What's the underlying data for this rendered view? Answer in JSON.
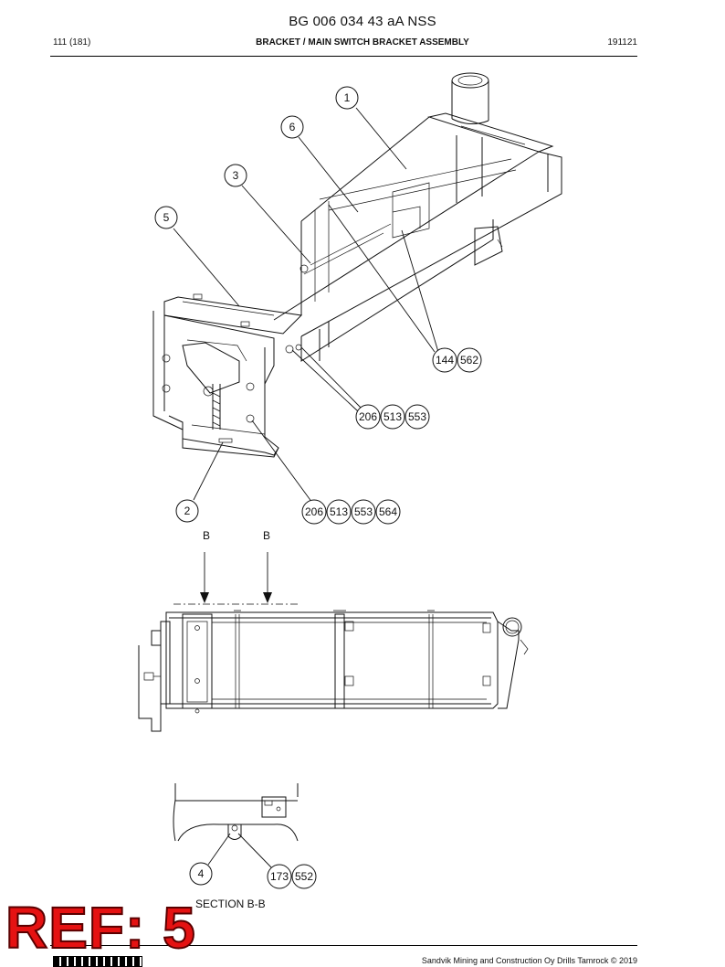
{
  "header": {
    "doc_number": "BG 006 034 43 aA NSS",
    "page": "111 (181)",
    "title": "BRACKET / MAIN SWITCH BRACKET ASSEMBLY",
    "date": "191121"
  },
  "callouts": {
    "c1": "1",
    "c2": "2",
    "c3": "3",
    "c4": "4",
    "c5": "5",
    "c6": "6",
    "g1": [
      "144",
      "562"
    ],
    "g2": [
      "206",
      "513",
      "553"
    ],
    "g3": [
      "206",
      "513",
      "553",
      "564"
    ],
    "g4": [
      "173",
      "552"
    ]
  },
  "section_marks": {
    "b_left": "B",
    "b_right": "B"
  },
  "section_label": "SECTION B-B",
  "footer": {
    "copyright": "Sandvik Mining and Construction Oy Drills Tamrock © 2019"
  },
  "stamp": {
    "text": "REF: 5",
    "color": "#e51212"
  }
}
